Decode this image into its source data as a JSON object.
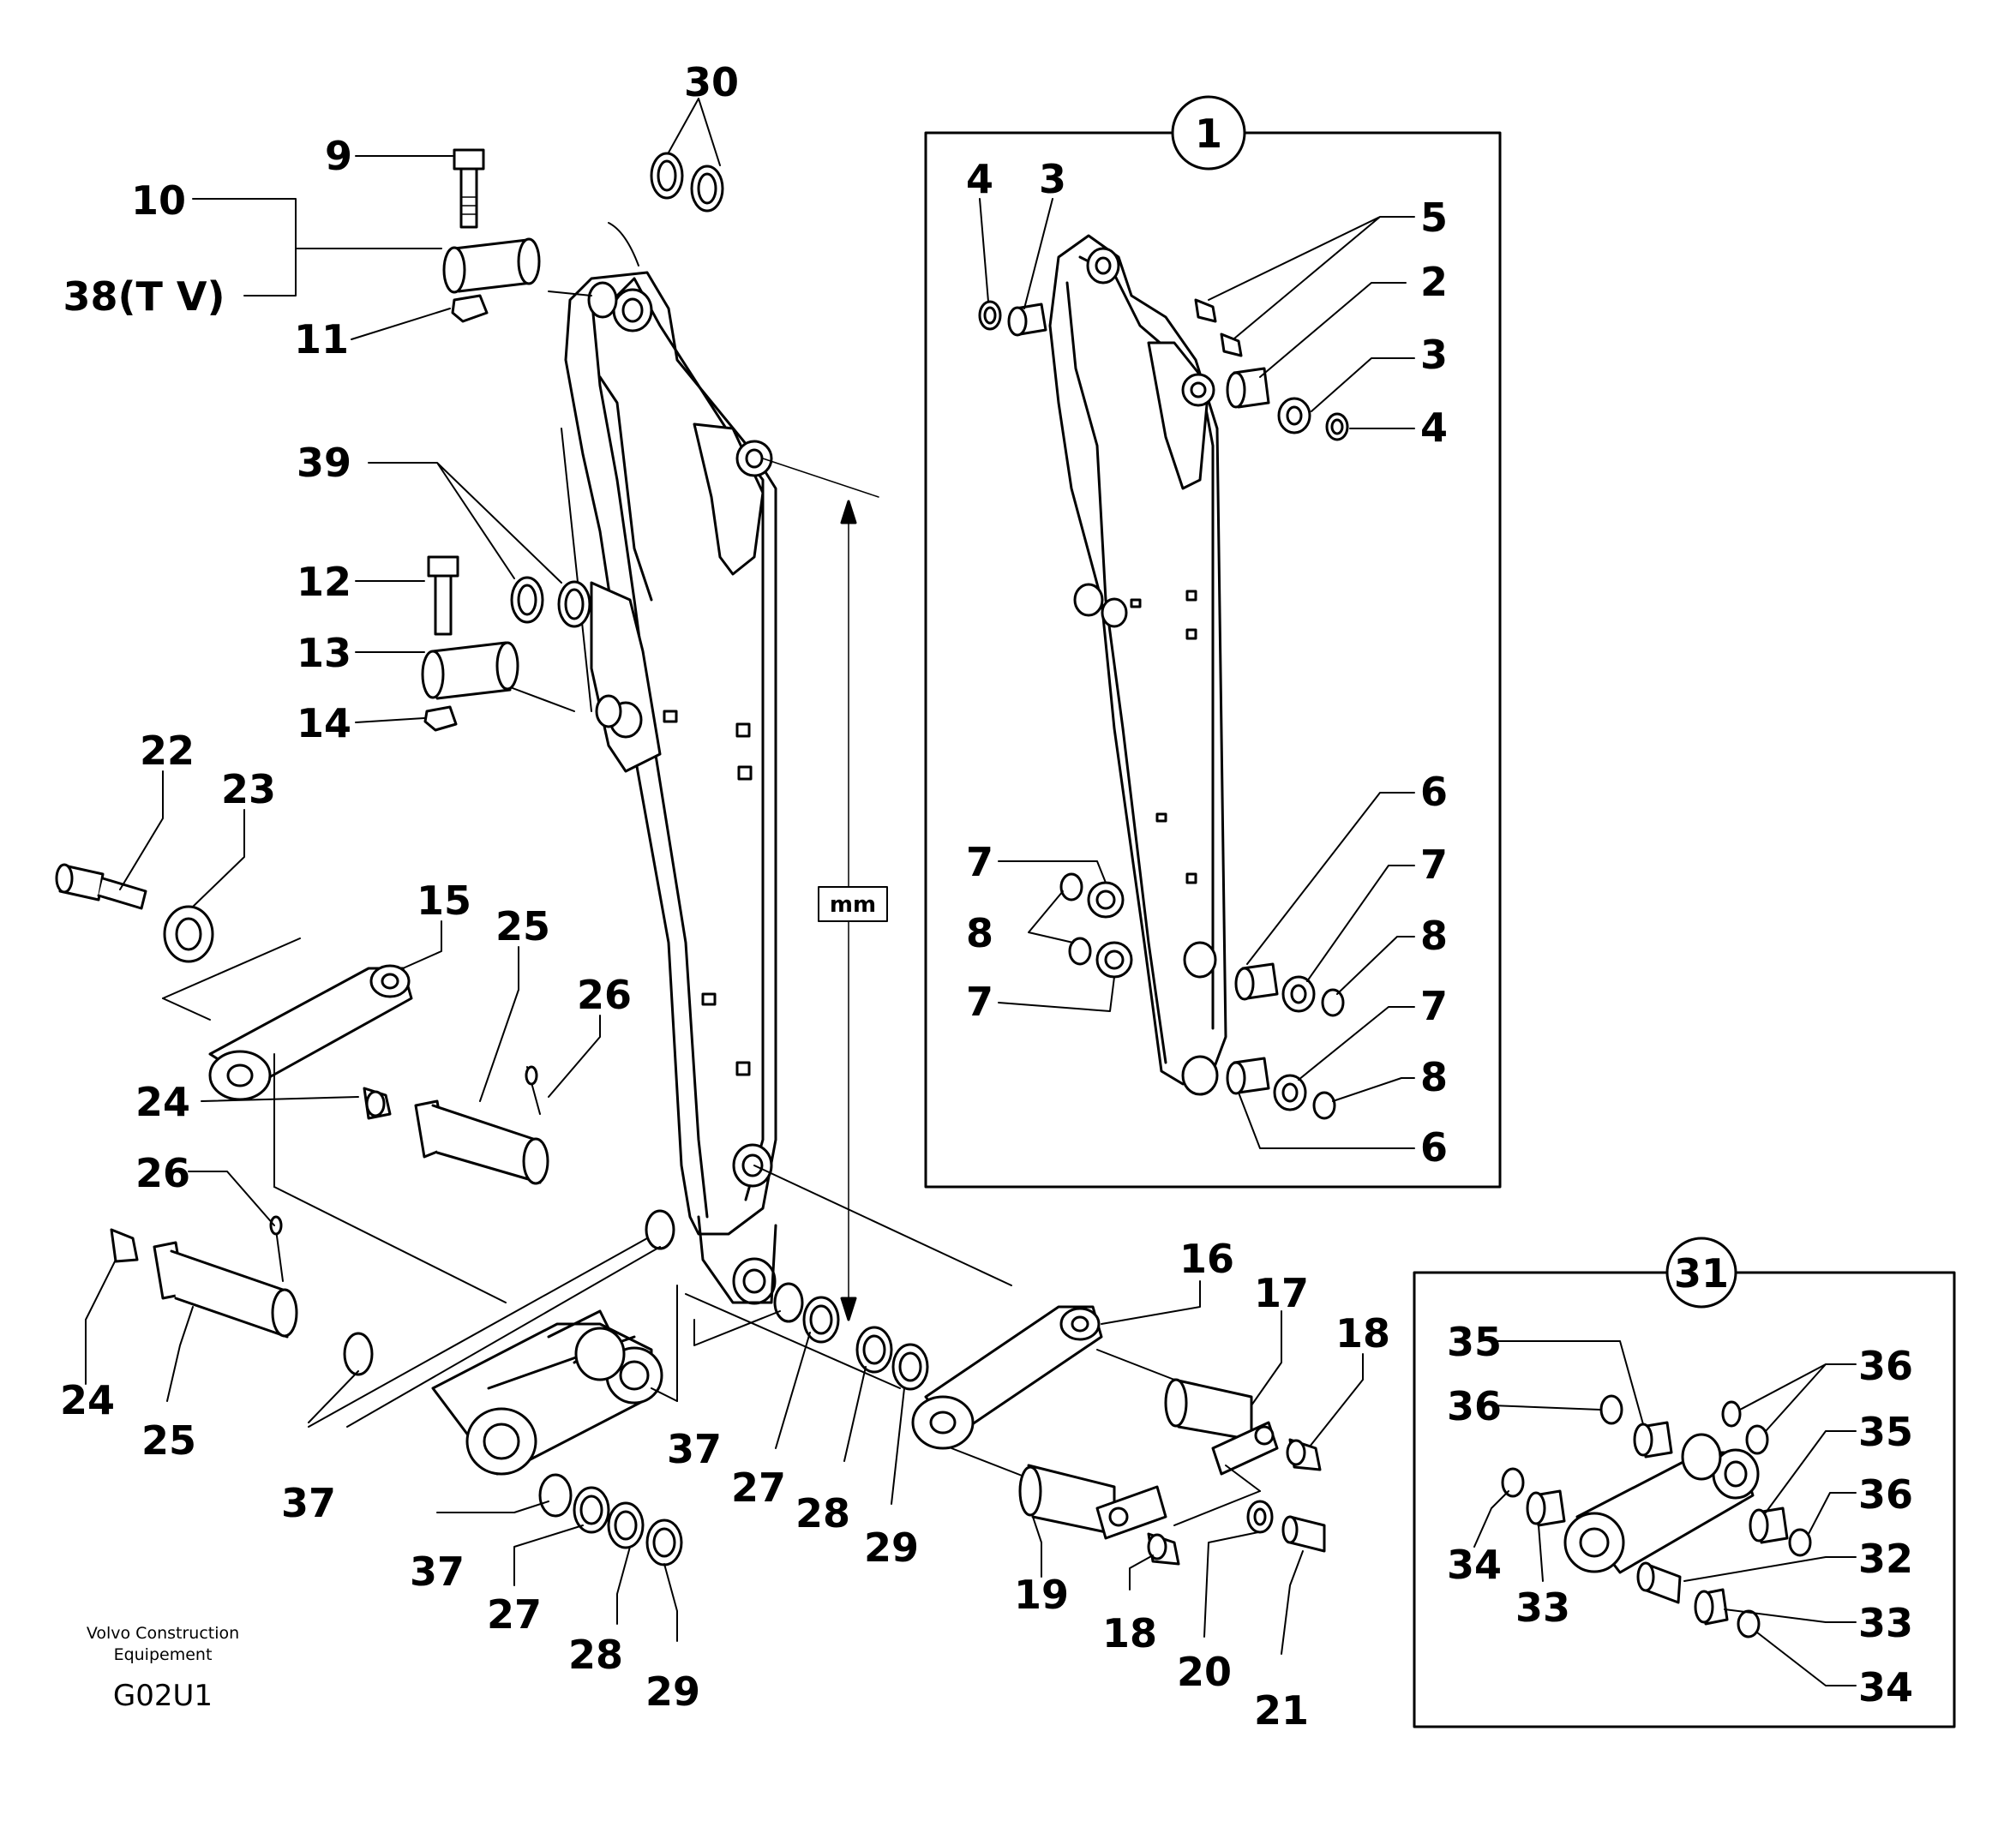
{
  "diagram": {
    "publisher_line1": "Volvo Construction",
    "publisher_line2": "Equipement",
    "figure_code": "G02U1",
    "dimension_label": "mm",
    "callouts": {
      "c1": "1",
      "c2": "2",
      "c3": "3",
      "c4": "4",
      "c5": "5",
      "c6": "6",
      "c7": "7",
      "c8": "8",
      "c9": "9",
      "c10": "10",
      "c11": "11",
      "c12": "12",
      "c13": "13",
      "c14": "14",
      "c15": "15",
      "c16": "16",
      "c17": "17",
      "c18": "18",
      "c19": "19",
      "c20": "20",
      "c21": "21",
      "c22": "22",
      "c23": "23",
      "c24": "24",
      "c25": "25",
      "c26": "26",
      "c27": "27",
      "c28": "28",
      "c29": "29",
      "c30": "30",
      "c31": "31",
      "c32": "32",
      "c33": "33",
      "c34": "34",
      "c35": "35",
      "c36": "36",
      "c37": "37",
      "c38": "38(T V)",
      "c39": "39"
    }
  }
}
